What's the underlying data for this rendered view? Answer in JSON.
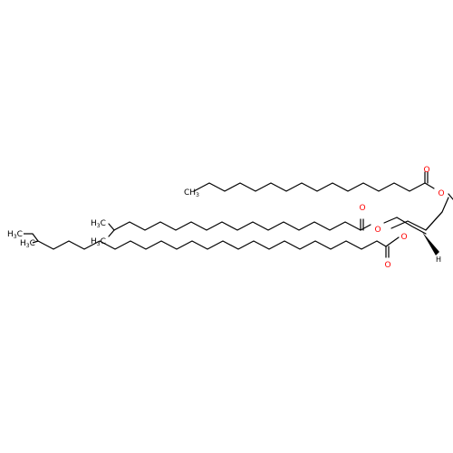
{
  "molecule": {
    "atom_labels": {
      "o_ester1_carbonyl": "O",
      "o_ester1_link": "O",
      "o_ester2_carbonyl": "O",
      "o_ester2_link": "O",
      "o_ester3_carbonyl": "O",
      "o_ester3_link": "O",
      "h_stereo": "H"
    },
    "methyl_groups": {
      "ch3_chain1": {
        "main": "CH",
        "sub": "3",
        "lead": ""
      },
      "h3c_chain2_a": {
        "main": "C",
        "sub": "3",
        "lead": "H"
      },
      "h3c_chain2_b": {
        "main": "C",
        "sub": "3",
        "lead": "H"
      },
      "h3c_chain3_a": {
        "main": "C",
        "sub": "3",
        "lead": "H"
      },
      "h3c_chain3_b": {
        "main": "C",
        "sub": "3",
        "lead": "H"
      }
    },
    "colors": {
      "bond": "#000000",
      "oxygen": "#ff0000",
      "text": "#000000"
    }
  }
}
